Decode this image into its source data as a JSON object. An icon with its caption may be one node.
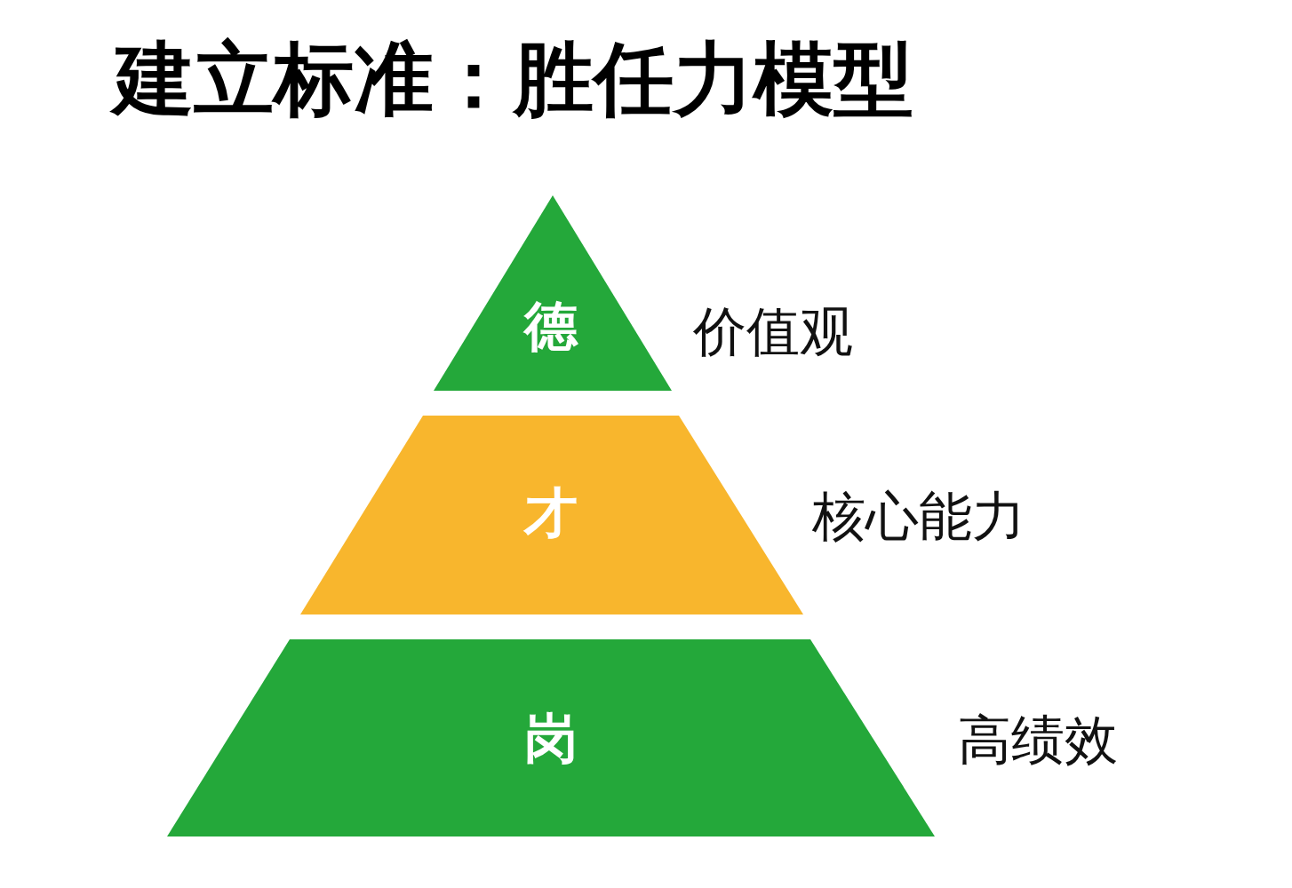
{
  "diagram": {
    "title": "建立标准：胜任力模型",
    "nodes": [
      {
        "text": [
          "德"
        ],
        "beside": [
          "价值观"
        ]
      },
      {
        "text": [
          "才"
        ],
        "beside": [
          "核心能力"
        ]
      },
      {
        "text": [
          "岗"
        ],
        "beside": [
          "高绩效"
        ]
      }
    ]
  }
}
